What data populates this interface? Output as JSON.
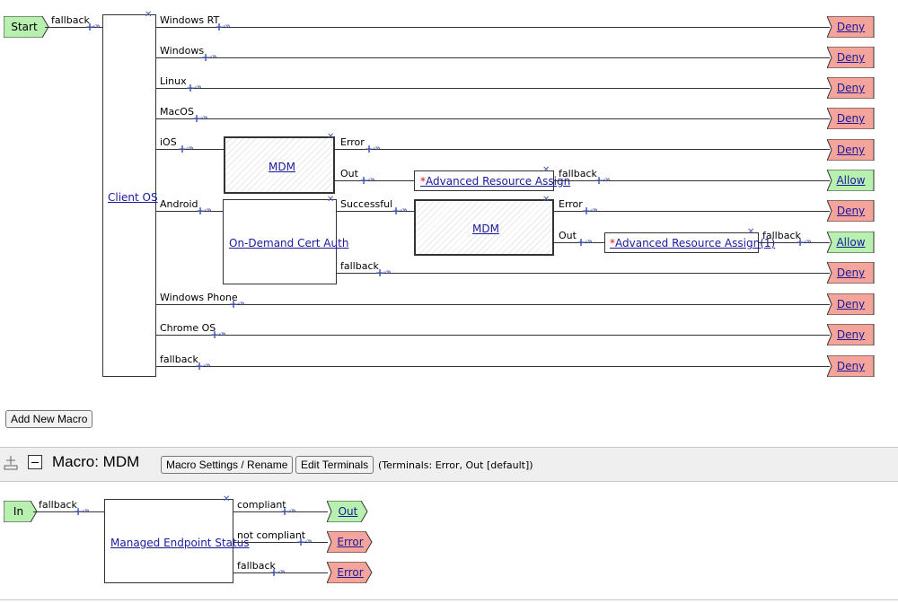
{
  "policy": {
    "start_label": "Start",
    "start_fallback": "fallback",
    "client_os": "Client OS",
    "branches": [
      "Windows RT",
      "Windows",
      "Linux",
      "MacOS",
      "iOS",
      "Android",
      "Windows Phone",
      "Chrome OS",
      "fallback"
    ],
    "mdm_ios": "MDM",
    "mdm_ios_error": "Error",
    "mdm_ios_out": "Out",
    "adv_assign": "Advanced Resource Assign",
    "adv_assign_fallback": "fallback",
    "ondemand": "On-Demand Cert Auth",
    "ondemand_successful": "Successful",
    "ondemand_fallback": "fallback",
    "mdm_android": "MDM",
    "mdm_android_error": "Error",
    "mdm_android_out": "Out",
    "adv_assign1": "Advanced Resource Assign(1)",
    "adv_assign1_fallback": "fallback",
    "terminals": [
      "Deny",
      "Deny",
      "Deny",
      "Deny",
      "Deny",
      "Allow",
      "Deny",
      "Allow",
      "Deny",
      "Deny",
      "Deny",
      "Deny"
    ]
  },
  "add_macro_label": "Add New Macro",
  "macro": {
    "title": "Macro: MDM",
    "settings_label": "Macro Settings / Rename",
    "edit_terminals_label": "Edit Terminals",
    "terminals_info": "(Terminals: Error, Out [default])",
    "in_label": "In",
    "in_fallback": "fallback",
    "mes": "Managed Endpoint Status",
    "compliant": "compliant",
    "not_compliant": "not compliant",
    "fallback": "fallback",
    "out_terminals": [
      "Out",
      "Error",
      "Error"
    ]
  },
  "colors": {
    "deny": "#f4a49a",
    "allow": "#b8f0b0",
    "start": "#b8f0b0",
    "link": "#1a1a9c",
    "plus": "#3b4fa8"
  }
}
